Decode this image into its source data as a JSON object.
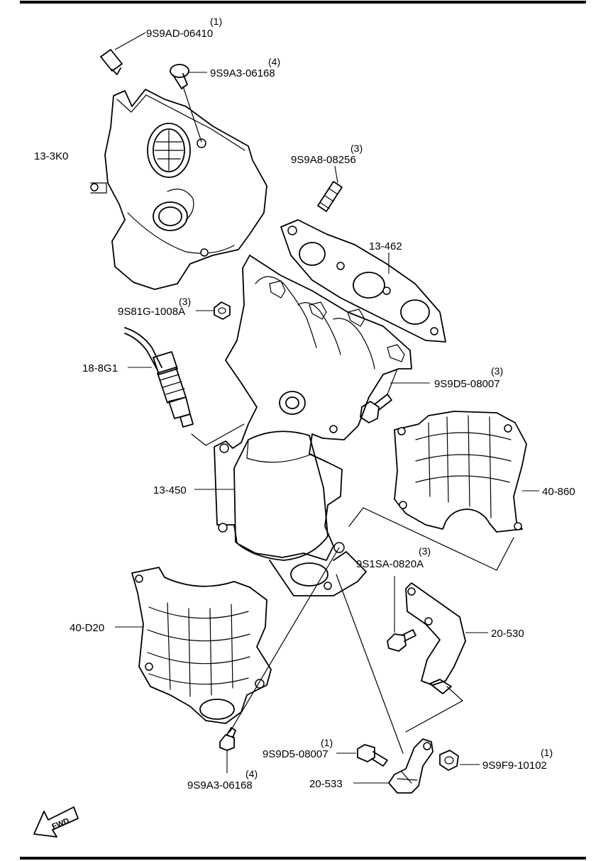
{
  "labels": {
    "manifold_cover_upper": "13-3K0",
    "bolt_a": "9S9AD-06410",
    "bolt_a_qty": "(1)",
    "bolt_b_top": "9S9A3-06168",
    "bolt_b_top_qty": "(4)",
    "stud": "9S9A8-08256",
    "stud_qty": "(3)",
    "gasket": "13-462",
    "nut_a": "9S81G-1008A",
    "nut_a_qty": "(3)",
    "o2_sensor": "18-8G1",
    "bolt_c": "9S9D5-08007",
    "bolt_c_qty": "(3)",
    "converter": "13-450",
    "insulator_upper": "40-860",
    "bolt_d": "9S1SA-0820A",
    "bolt_d_qty": "(3)",
    "insulator_lower": "40-D20",
    "bracket_a": "20-530",
    "bolt_e": "9S9D5-08007",
    "bolt_e_qty": "(1)",
    "nut_b": "9S9F9-10102",
    "nut_b_qty": "(1)",
    "bracket_b": "20-533",
    "bolt_b_bottom": "9S9A3-06168",
    "bolt_b_bottom_qty": "(4)",
    "fwd": "FWD"
  }
}
